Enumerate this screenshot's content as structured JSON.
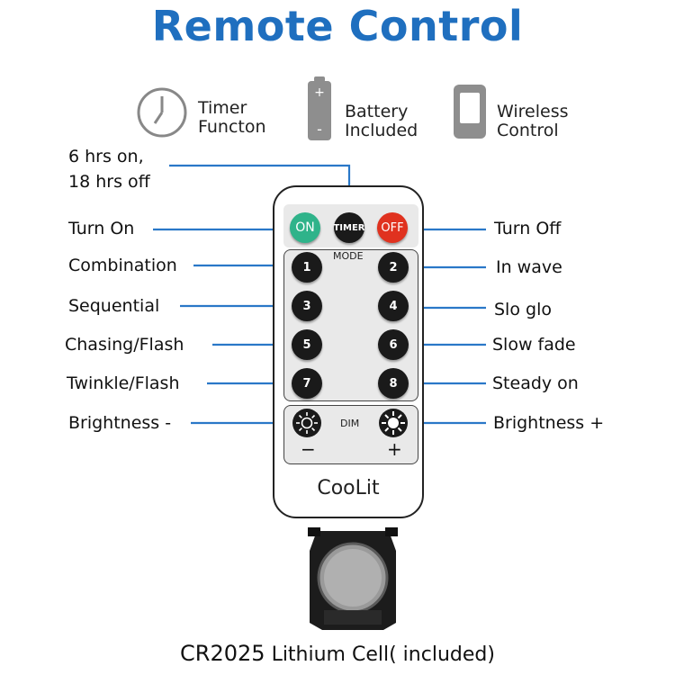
{
  "title": "Remote Control",
  "colors": {
    "title": "#1f6fbf",
    "line": "#2a78c8",
    "on": "#2fb38a",
    "off": "#e0321f"
  },
  "features": [
    {
      "icon": "clock-icon",
      "label": "Timer\nFuncton"
    },
    {
      "icon": "battery-icon",
      "label": "Battery\nIncluded"
    },
    {
      "icon": "remote-icon",
      "label": "Wireless\nControl"
    }
  ],
  "callouts": {
    "timer_note": "6 hrs on,\n18 hrs off",
    "turn_on": "Turn On",
    "turn_off": "Turn Off",
    "combination": "Combination",
    "in_wave": "In wave",
    "sequential": "Sequential",
    "slo_glo": "Slo glo",
    "chasing_flash": "Chasing/Flash",
    "slow_fade": "Slow fade",
    "twinkle_flash": "Twinkle/Flash",
    "steady_on": "Steady on",
    "brightness_minus": "Brightness -",
    "brightness_plus": "Brightness +"
  },
  "remote": {
    "on": "ON",
    "timer": "TIMER",
    "off": "OFF",
    "mode": "MODE",
    "buttons": [
      "1",
      "2",
      "3",
      "4",
      "5",
      "6",
      "7",
      "8"
    ],
    "dim": "DIM",
    "minus": "−",
    "plus": "+",
    "brand": "CooLit"
  },
  "battery_caption": {
    "model": "CR2025",
    "text": "Lithium Cell( included)"
  }
}
